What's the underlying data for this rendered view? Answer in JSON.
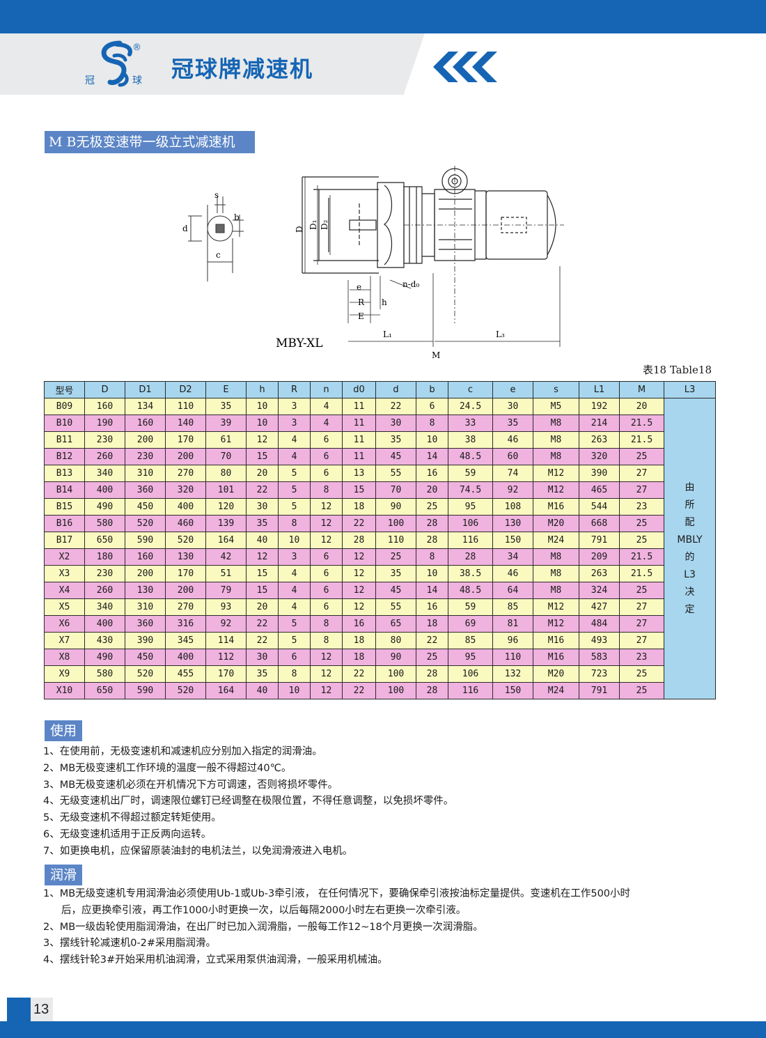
{
  "header": {
    "brand_title": "冠球牌减速机",
    "logo_char_left": "冠",
    "logo_char_right": "球",
    "logo_registered": "®",
    "accent_color": "#1565b4"
  },
  "section_title": "M B无极变速带一级立式减速机",
  "drawing": {
    "model_label": "MBY-XL",
    "dims": {
      "s": "s",
      "b": "b",
      "d": "d",
      "c": "c",
      "D": "D",
      "D1": "D₁",
      "D2": "D₂",
      "n_d0": "n-d₀",
      "e": "e",
      "R": "R",
      "h": "h",
      "E": "E",
      "L1": "L₁",
      "L3": "L₃",
      "M": "M"
    }
  },
  "table_caption": "表18 Table18",
  "table": {
    "headers": [
      "型号",
      "D",
      "D1",
      "D2",
      "E",
      "h",
      "R",
      "n",
      "d0",
      "d",
      "b",
      "c",
      "e",
      "s",
      "L1",
      "M",
      "L3"
    ],
    "l3_note": [
      "由",
      "所",
      "配",
      "MBLY",
      "的",
      "L3",
      "决",
      "定"
    ],
    "rows": [
      [
        "B09",
        "160",
        "134",
        "110",
        "35",
        "10",
        "3",
        "4",
        "11",
        "22",
        "6",
        "24.5",
        "30",
        "M5",
        "192",
        "20"
      ],
      [
        "B10",
        "190",
        "160",
        "140",
        "39",
        "10",
        "3",
        "4",
        "11",
        "30",
        "8",
        "33",
        "35",
        "M8",
        "214",
        "21.5"
      ],
      [
        "B11",
        "230",
        "200",
        "170",
        "61",
        "12",
        "4",
        "6",
        "11",
        "35",
        "10",
        "38",
        "46",
        "M8",
        "263",
        "21.5"
      ],
      [
        "B12",
        "260",
        "230",
        "200",
        "70",
        "15",
        "4",
        "6",
        "11",
        "45",
        "14",
        "48.5",
        "60",
        "M8",
        "320",
        "25"
      ],
      [
        "B13",
        "340",
        "310",
        "270",
        "80",
        "20",
        "5",
        "6",
        "13",
        "55",
        "16",
        "59",
        "74",
        "M12",
        "390",
        "27"
      ],
      [
        "B14",
        "400",
        "360",
        "320",
        "101",
        "22",
        "5",
        "8",
        "15",
        "70",
        "20",
        "74.5",
        "92",
        "M12",
        "465",
        "27"
      ],
      [
        "B15",
        "490",
        "450",
        "400",
        "120",
        "30",
        "5",
        "12",
        "18",
        "90",
        "25",
        "95",
        "108",
        "M16",
        "544",
        "23"
      ],
      [
        "B16",
        "580",
        "520",
        "460",
        "139",
        "35",
        "8",
        "12",
        "22",
        "100",
        "28",
        "106",
        "130",
        "M20",
        "668",
        "25"
      ],
      [
        "B17",
        "650",
        "590",
        "520",
        "164",
        "40",
        "10",
        "12",
        "28",
        "110",
        "28",
        "116",
        "150",
        "M24",
        "791",
        "25"
      ],
      [
        "X2",
        "180",
        "160",
        "130",
        "42",
        "12",
        "3",
        "6",
        "12",
        "25",
        "8",
        "28",
        "34",
        "M8",
        "209",
        "21.5"
      ],
      [
        "X3",
        "230",
        "200",
        "170",
        "51",
        "15",
        "4",
        "6",
        "12",
        "35",
        "10",
        "38.5",
        "46",
        "M8",
        "263",
        "21.5"
      ],
      [
        "X4",
        "260",
        "130",
        "200",
        "79",
        "15",
        "4",
        "6",
        "12",
        "45",
        "14",
        "48.5",
        "64",
        "M8",
        "324",
        "25"
      ],
      [
        "X5",
        "340",
        "310",
        "270",
        "93",
        "20",
        "4",
        "6",
        "12",
        "55",
        "16",
        "59",
        "85",
        "M12",
        "427",
        "27"
      ],
      [
        "X6",
        "400",
        "360",
        "316",
        "92",
        "22",
        "5",
        "8",
        "16",
        "65",
        "18",
        "69",
        "81",
        "M12",
        "484",
        "27"
      ],
      [
        "X7",
        "430",
        "390",
        "345",
        "114",
        "22",
        "5",
        "8",
        "18",
        "80",
        "22",
        "85",
        "96",
        "M16",
        "493",
        "27"
      ],
      [
        "X8",
        "490",
        "450",
        "400",
        "112",
        "30",
        "6",
        "12",
        "18",
        "90",
        "25",
        "95",
        "110",
        "M16",
        "583",
        "23"
      ],
      [
        "X9",
        "580",
        "520",
        "455",
        "170",
        "35",
        "8",
        "12",
        "22",
        "100",
        "28",
        "106",
        "132",
        "M20",
        "723",
        "25"
      ],
      [
        "X10",
        "650",
        "590",
        "520",
        "164",
        "40",
        "10",
        "12",
        "22",
        "100",
        "28",
        "116",
        "150",
        "M24",
        "791",
        "25"
      ]
    ]
  },
  "usage": {
    "title": "使用",
    "items": [
      "1、在使用前，无极变速机和减速机应分别加入指定的润滑油。",
      "2、MB无极变速机工作环境的温度一般不得超过40℃。",
      "3、MB无极变速机必须在开机情况下方可调速，否则将损坏零件。",
      "4、无级变速机出厂时，调速限位螺钉已经调整在极限位置，不得任意调整，以免损坏零件。",
      "5、无级变速机不得超过额定转矩使用。",
      "6、无级变速机适用于正反两向运转。",
      "7、如更换电机，应保留原装油封的电机法兰，以免润滑液进入电机。"
    ]
  },
  "lubrication": {
    "title": "润滑",
    "items": [
      "1、MB无级变速机专用润滑油必须使用Ub-1或Ub-3牵引液， 在任何情况下，要确保牵引液按油标定量提供。变速机在工作500小时",
      "后，应更换牵引液，再工作1000小时更换一次，以后每隔2000小时左右更换一次牵引液。",
      "2、MB一级齿轮使用脂润滑油，在出厂时已加入润滑脂，一般每工作12~18个月更换一次润滑脂。",
      "3、摆线针轮减速机0-2#采用脂润滑。",
      "4、摆线针轮3#开始采用机油润滑，立式采用泵供油润滑，一般采用机械油。"
    ]
  },
  "footer": {
    "page_number": "13"
  }
}
